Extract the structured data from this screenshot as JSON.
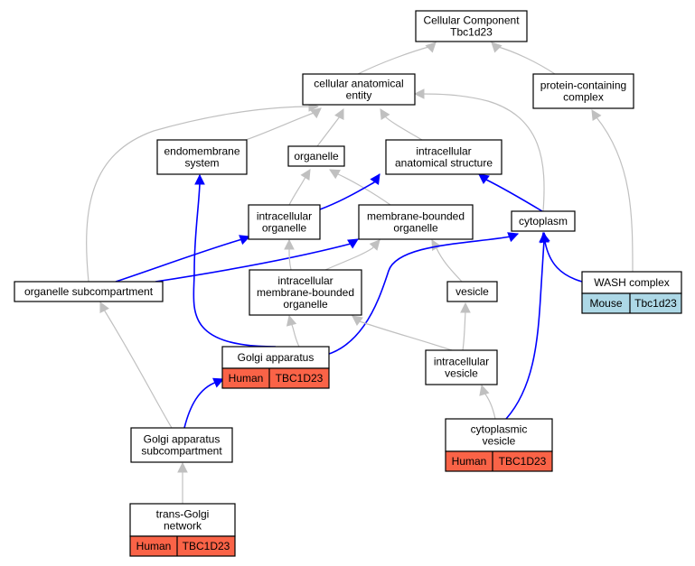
{
  "colors": {
    "background": "#ffffff",
    "node_fill": "#ffffff",
    "node_stroke": "#000000",
    "edge_gray": "#c0c0c0",
    "edge_blue": "#0000ff",
    "human_badge": "#fa6347",
    "mouse_badge": "#add8e6"
  },
  "nodes": {
    "cellular_component": {
      "lines": [
        "Cellular Component",
        "Tbc1d23"
      ]
    },
    "cellular_anatomical_entity": {
      "lines": [
        "cellular anatomical",
        "entity"
      ]
    },
    "protein_containing_complex": {
      "lines": [
        "protein-containing",
        "complex"
      ]
    },
    "endomembrane_system": {
      "lines": [
        "endomembrane",
        "system"
      ]
    },
    "organelle": {
      "lines": [
        "organelle"
      ]
    },
    "intracellular_anatomical_structure": {
      "lines": [
        "intracellular",
        "anatomical structure"
      ]
    },
    "intracellular_organelle": {
      "lines": [
        "intracellular",
        "organelle"
      ]
    },
    "membrane_bounded_organelle": {
      "lines": [
        "membrane-bounded",
        "organelle"
      ]
    },
    "cytoplasm": {
      "lines": [
        "cytoplasm"
      ]
    },
    "organelle_subcompartment": {
      "lines": [
        "organelle subcompartment"
      ]
    },
    "intracellular_membrane_bounded_organelle": {
      "lines": [
        "intracellular",
        "membrane-bounded",
        "organelle"
      ]
    },
    "vesicle": {
      "lines": [
        "vesicle"
      ]
    },
    "wash_complex": {
      "lines": [
        "WASH complex"
      ],
      "badge": [
        "Mouse",
        "Tbc1d23"
      ]
    },
    "golgi_apparatus": {
      "lines": [
        "Golgi apparatus"
      ],
      "badge": [
        "Human",
        "TBC1D23"
      ]
    },
    "intracellular_vesicle": {
      "lines": [
        "intracellular",
        "vesicle"
      ]
    },
    "golgi_apparatus_subcompartment": {
      "lines": [
        "Golgi apparatus",
        "subcompartment"
      ]
    },
    "cytoplasmic_vesicle": {
      "lines": [
        "cytoplasmic",
        "vesicle"
      ],
      "badge": [
        "Human",
        "TBC1D23"
      ]
    },
    "trans_golgi_network": {
      "lines": [
        "trans-Golgi",
        "network"
      ],
      "badge": [
        "Human",
        "TBC1D23"
      ]
    }
  },
  "edges": [
    {
      "from": "cellular_anatomical_entity",
      "to": "cellular_component",
      "style": "gray"
    },
    {
      "from": "protein_containing_complex",
      "to": "cellular_component",
      "style": "gray"
    },
    {
      "from": "endomembrane_system",
      "to": "cellular_anatomical_entity",
      "style": "gray"
    },
    {
      "from": "organelle",
      "to": "cellular_anatomical_entity",
      "style": "gray"
    },
    {
      "from": "intracellular_anatomical_structure",
      "to": "cellular_anatomical_entity",
      "style": "gray"
    },
    {
      "from": "organelle_subcompartment",
      "to": "cellular_anatomical_entity",
      "style": "gray"
    },
    {
      "from": "cytoplasm",
      "to": "cellular_anatomical_entity",
      "style": "gray"
    },
    {
      "from": "intracellular_organelle",
      "to": "organelle",
      "style": "gray"
    },
    {
      "from": "membrane_bounded_organelle",
      "to": "organelle",
      "style": "gray"
    },
    {
      "from": "intracellular_organelle",
      "to": "intracellular_anatomical_structure",
      "style": "blue"
    },
    {
      "from": "cytoplasm",
      "to": "intracellular_anatomical_structure",
      "style": "blue"
    },
    {
      "from": "organelle_subcompartment",
      "to": "intracellular_organelle",
      "style": "blue"
    },
    {
      "from": "organelle_subcompartment",
      "to": "membrane_bounded_organelle",
      "style": "blue"
    },
    {
      "from": "intracellular_membrane_bounded_organelle",
      "to": "intracellular_organelle",
      "style": "gray"
    },
    {
      "from": "intracellular_membrane_bounded_organelle",
      "to": "membrane_bounded_organelle",
      "style": "gray"
    },
    {
      "from": "vesicle",
      "to": "membrane_bounded_organelle",
      "style": "gray"
    },
    {
      "from": "golgi_apparatus",
      "to": "endomembrane_system",
      "style": "blue"
    },
    {
      "from": "golgi_apparatus",
      "to": "intracellular_membrane_bounded_organelle",
      "style": "gray"
    },
    {
      "from": "golgi_apparatus",
      "to": "cytoplasm",
      "style": "blue"
    },
    {
      "from": "intracellular_vesicle",
      "to": "vesicle",
      "style": "gray"
    },
    {
      "from": "intracellular_vesicle",
      "to": "intracellular_membrane_bounded_organelle",
      "style": "gray"
    },
    {
      "from": "wash_complex",
      "to": "cytoplasm",
      "style": "blue"
    },
    {
      "from": "wash_complex",
      "to": "protein_containing_complex",
      "style": "gray"
    },
    {
      "from": "golgi_apparatus_subcompartment",
      "to": "golgi_apparatus",
      "style": "blue"
    },
    {
      "from": "golgi_apparatus_subcompartment",
      "to": "organelle_subcompartment",
      "style": "gray"
    },
    {
      "from": "cytoplasmic_vesicle",
      "to": "intracellular_vesicle",
      "style": "gray"
    },
    {
      "from": "cytoplasmic_vesicle",
      "to": "cytoplasm",
      "style": "blue"
    },
    {
      "from": "trans_golgi_network",
      "to": "golgi_apparatus_subcompartment",
      "style": "gray"
    }
  ]
}
